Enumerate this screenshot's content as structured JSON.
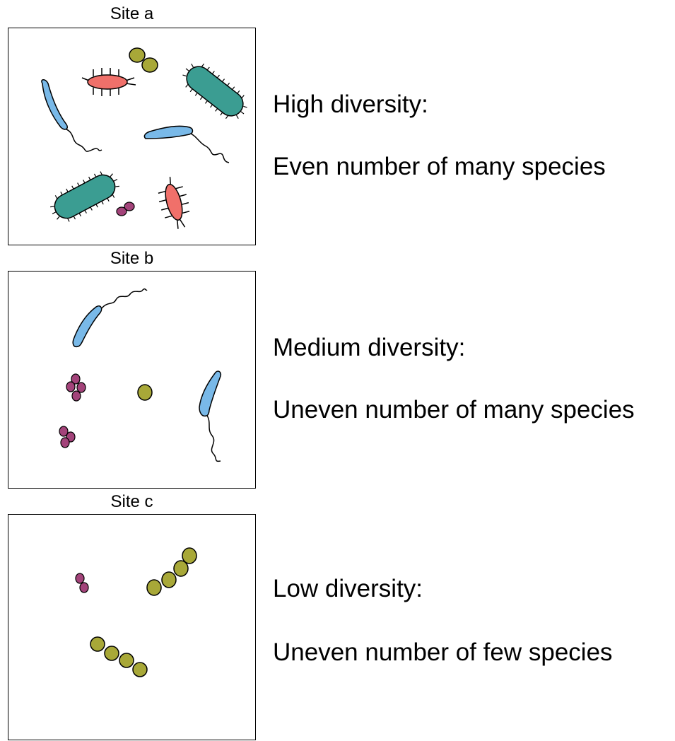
{
  "sites": [
    {
      "title": "Site a",
      "heading": "High diversity:",
      "description": "Even number of many species"
    },
    {
      "title": "Site b",
      "heading": "Medium diversity:",
      "description": "Uneven number of many species"
    },
    {
      "title": "Site c",
      "heading": "Low diversity:",
      "description": "Uneven number of few species"
    }
  ],
  "colors": {
    "blue_bacillus": "#79b9e8",
    "red_bacillus": "#f0706a",
    "teal_bacillus": "#3b9d92",
    "olive_coccus": "#a8a838",
    "purple_coccus": "#a3437a"
  }
}
